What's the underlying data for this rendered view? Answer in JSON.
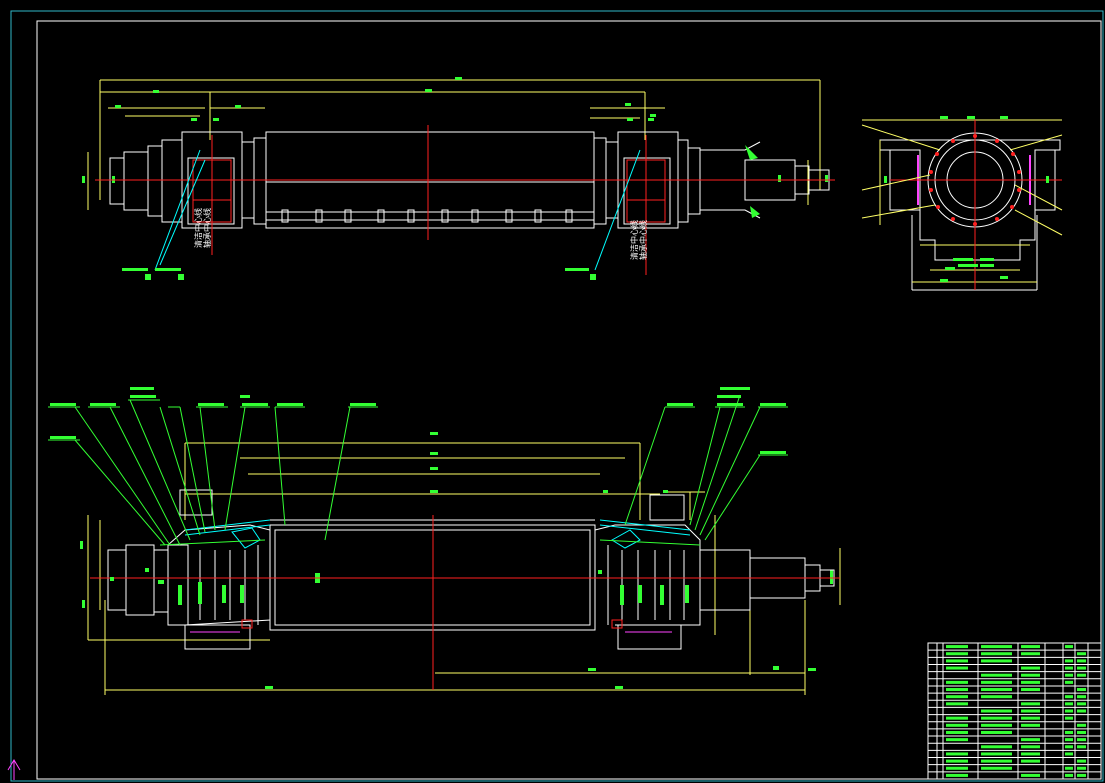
{
  "drawing": {
    "background": "#000000",
    "line_color": "#ffffff",
    "dimension_color": "#ffff66",
    "center_line_color": "#ff2020",
    "leader_color": "#33ff33",
    "hatch_color": "#00ffff",
    "accent_color": "#ff44ff",
    "top_view_notes": [
      "清洁中心线",
      "轴承中心线"
    ],
    "bottom_title_rows": 19
  }
}
